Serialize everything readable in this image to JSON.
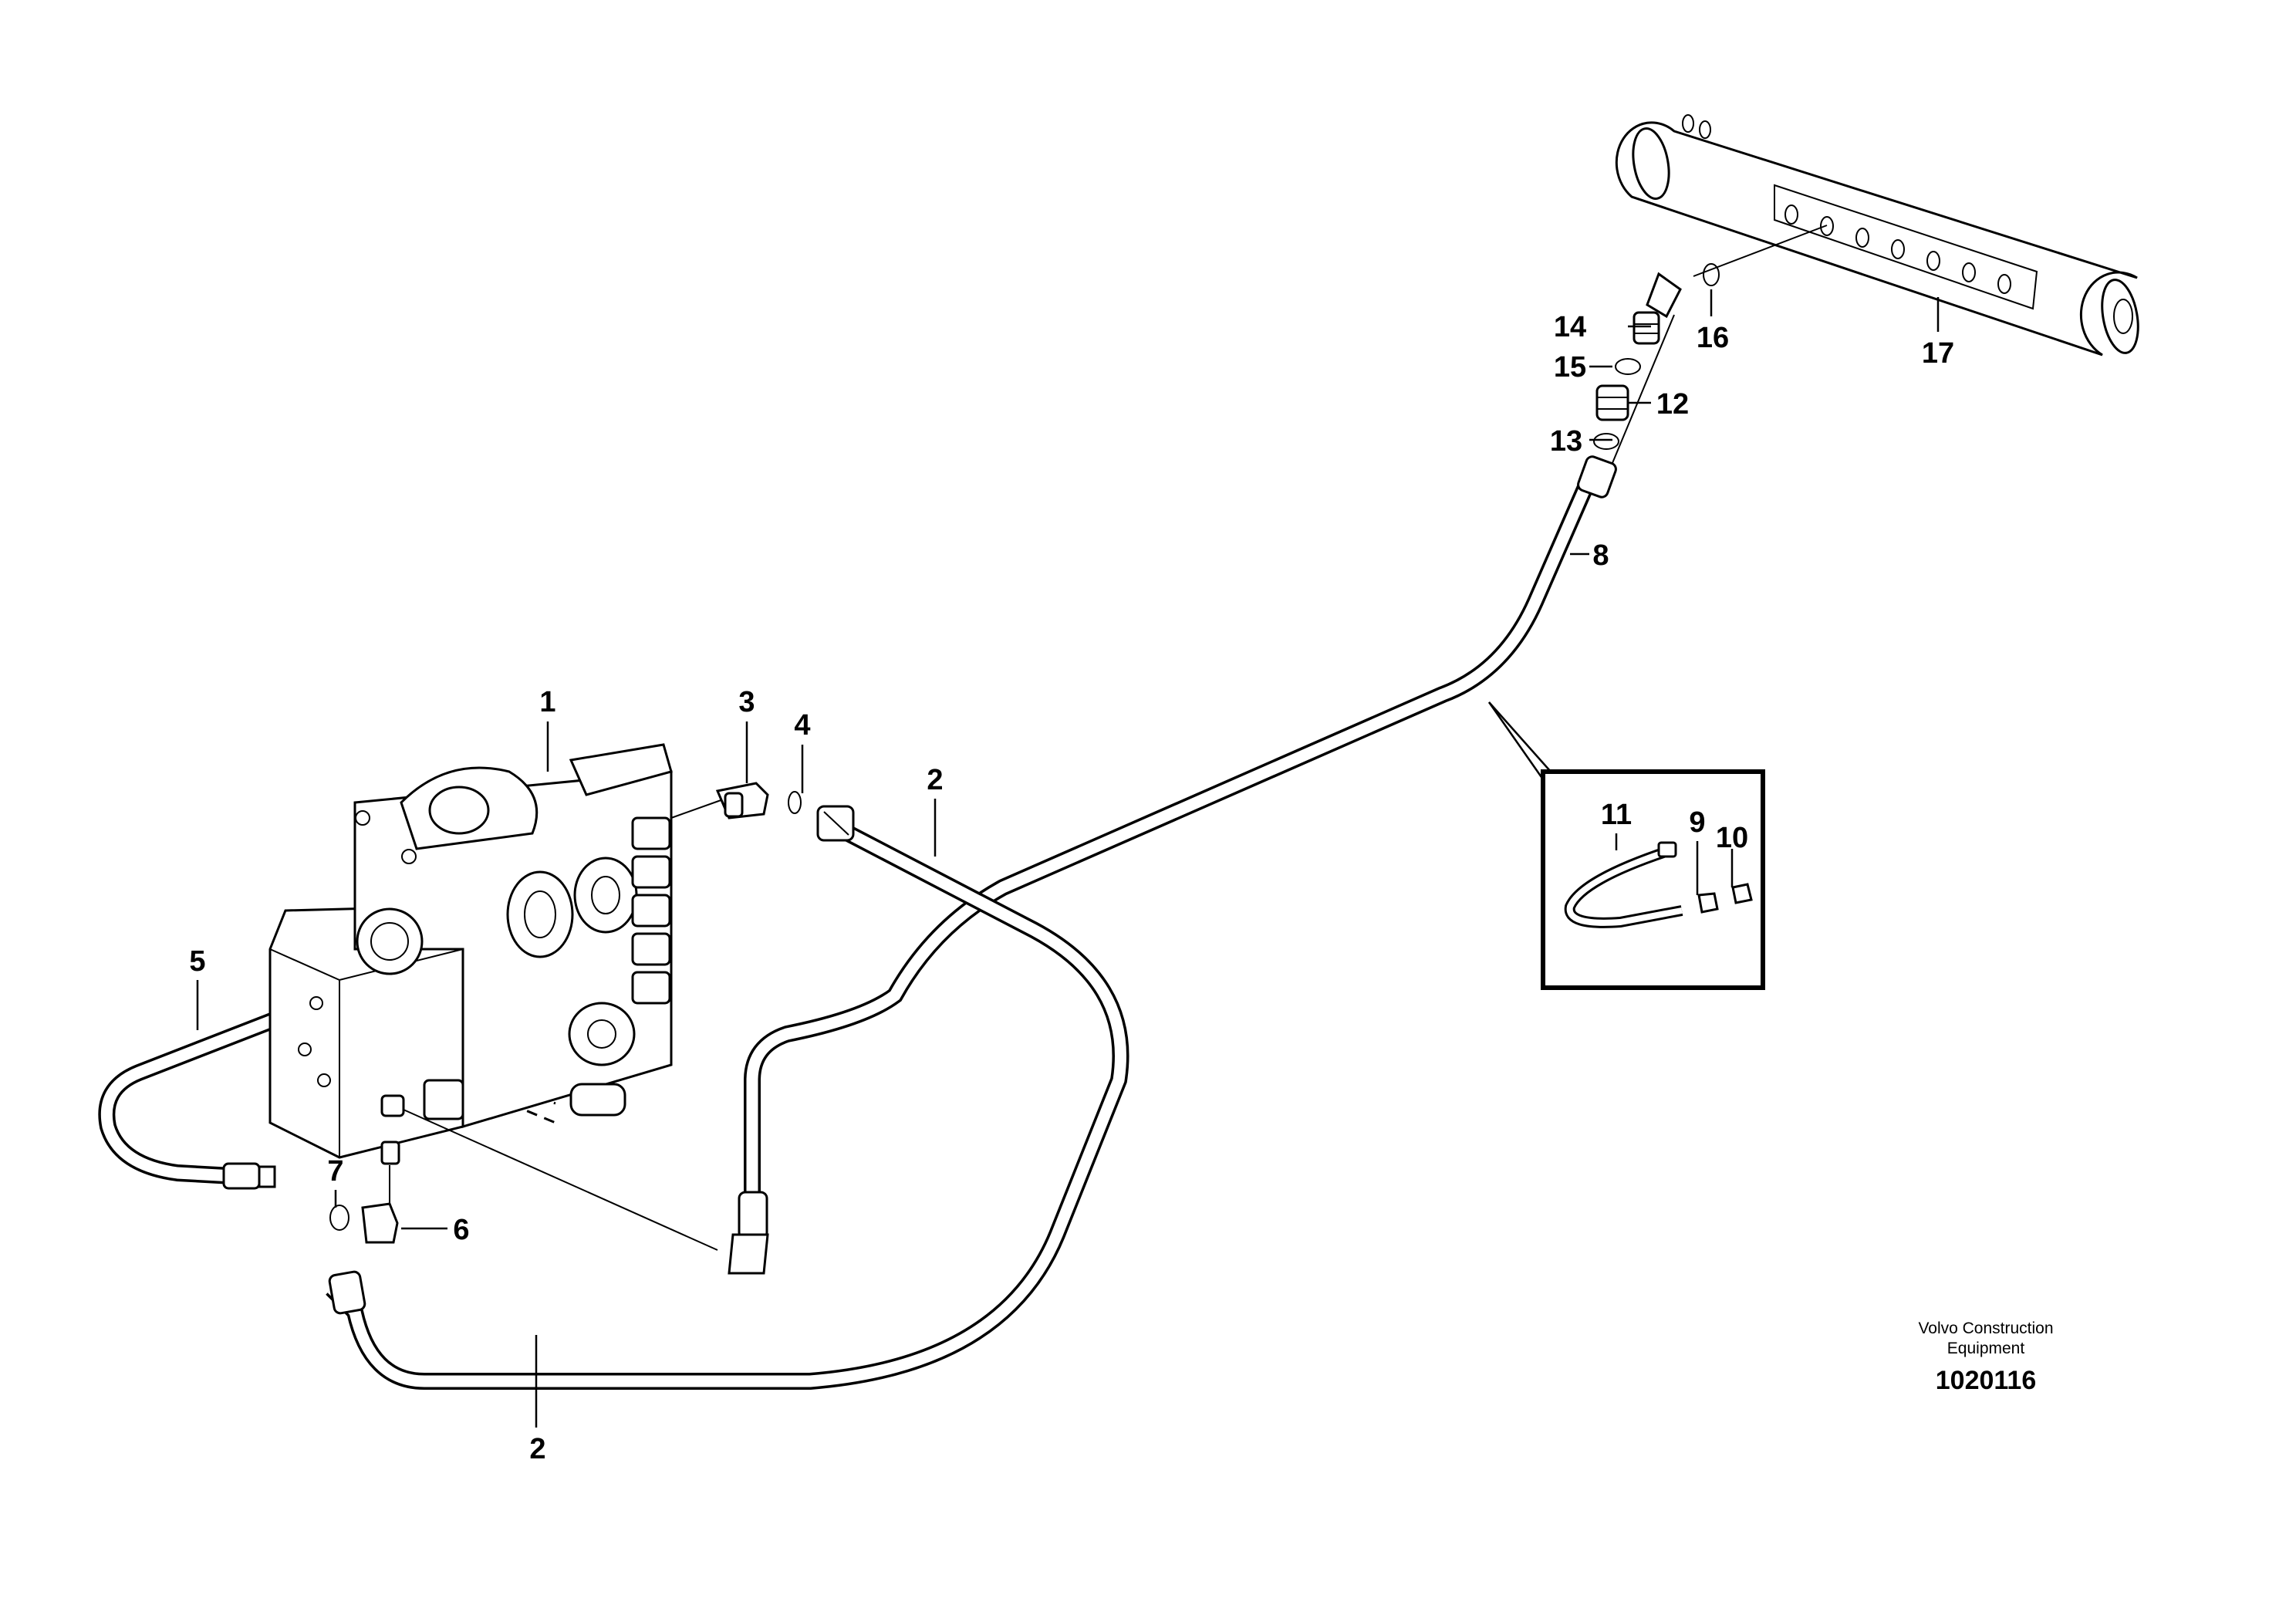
{
  "callouts": {
    "c1": "1",
    "c2a": "2",
    "c2b": "2",
    "c3": "3",
    "c4": "4",
    "c5": "5",
    "c6": "6",
    "c7": "7",
    "c8": "8",
    "c9": "9",
    "c10": "10",
    "c11": "11",
    "c12": "12",
    "c13": "13",
    "c14": "14",
    "c15": "15",
    "c16": "16",
    "c17": "17"
  },
  "footer": {
    "brand_line1": "Volvo Construction",
    "brand_line2": "Equipment",
    "doc_number": "1020116"
  }
}
